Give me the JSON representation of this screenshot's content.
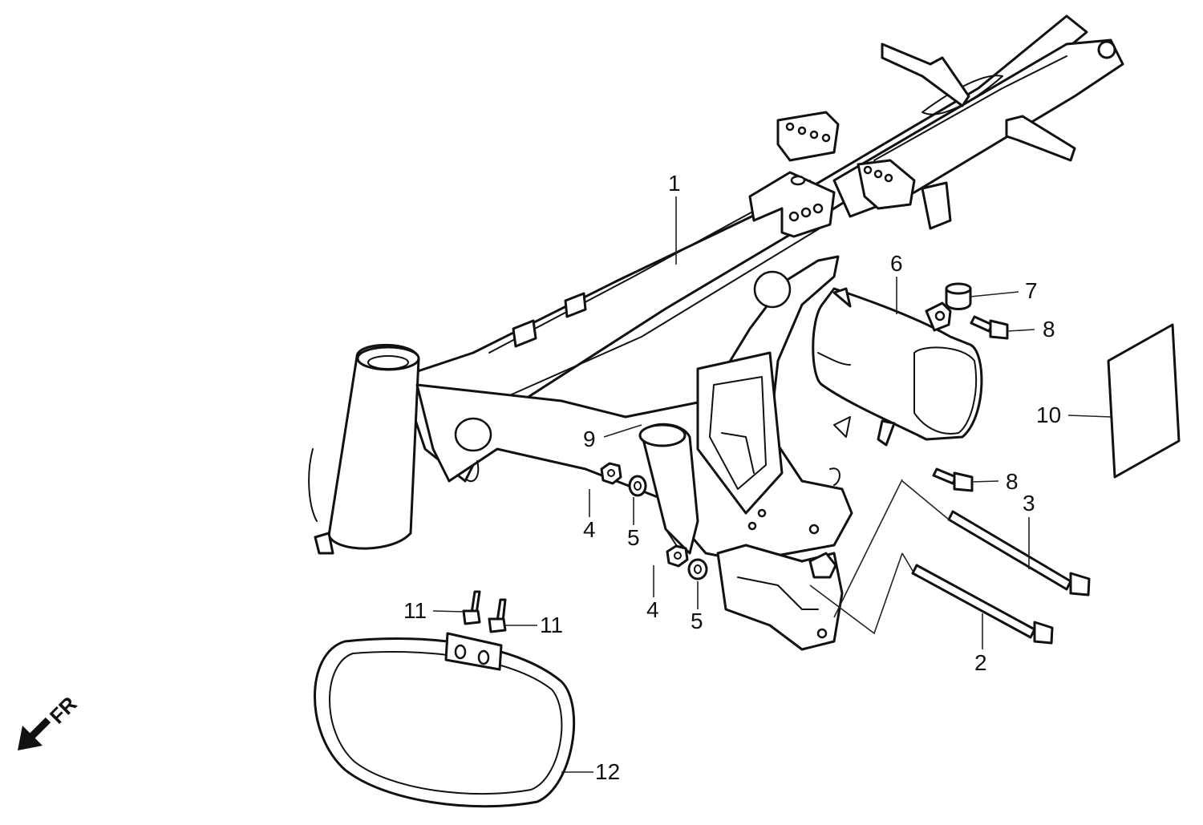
{
  "diagram": {
    "direction_label": "FR",
    "callouts": [
      {
        "id": "c1",
        "label": "1"
      },
      {
        "id": "c2",
        "label": "2"
      },
      {
        "id": "c3",
        "label": "3"
      },
      {
        "id": "c4a",
        "label": "4"
      },
      {
        "id": "c4b",
        "label": "4"
      },
      {
        "id": "c5a",
        "label": "5"
      },
      {
        "id": "c5b",
        "label": "5"
      },
      {
        "id": "c6",
        "label": "6"
      },
      {
        "id": "c7",
        "label": "7"
      },
      {
        "id": "c8a",
        "label": "8"
      },
      {
        "id": "c8b",
        "label": "8"
      },
      {
        "id": "c9",
        "label": "9"
      },
      {
        "id": "c10",
        "label": "10"
      },
      {
        "id": "c11a",
        "label": "11"
      },
      {
        "id": "c11b",
        "label": "11"
      },
      {
        "id": "c12",
        "label": "12"
      }
    ]
  }
}
